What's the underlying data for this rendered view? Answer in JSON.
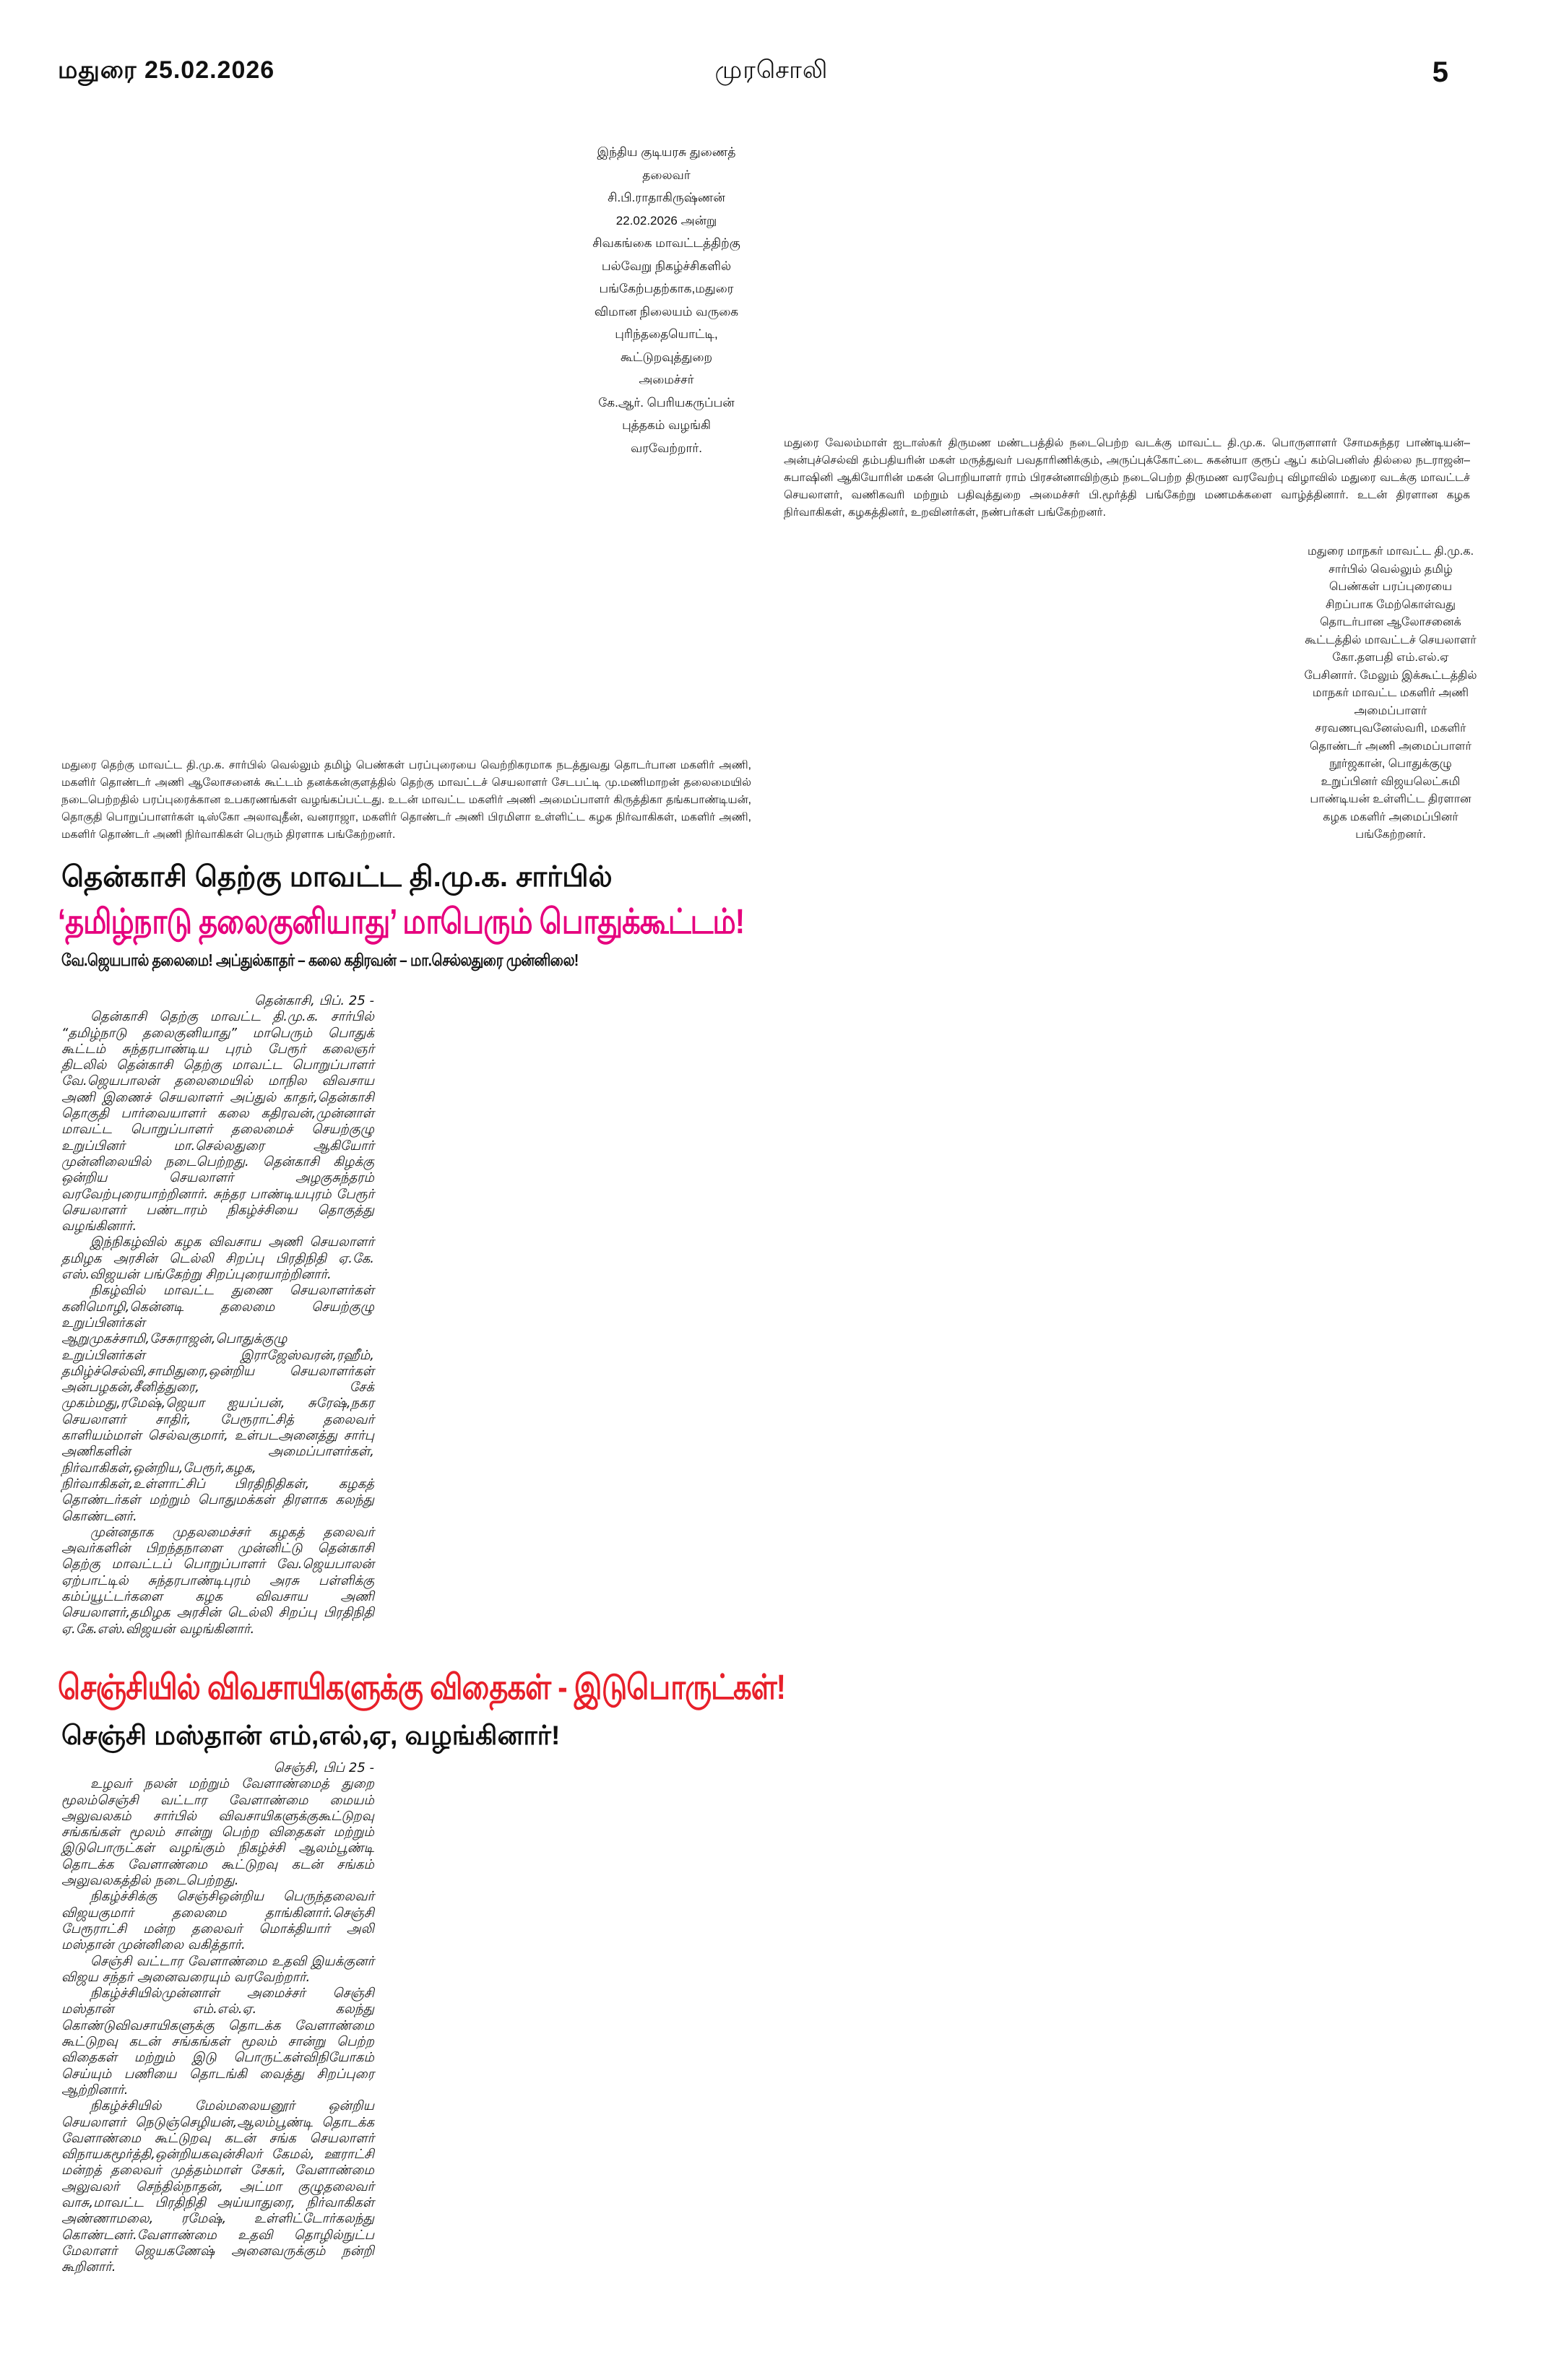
{
  "header": {
    "edition_date": "மதுரை  25.02.2026",
    "masthead": "முரசொலி",
    "page_number": "5"
  },
  "captions": {
    "vice_president_welcome": [
      "இந்திய  குடியரசு துணைத்",
      "தலைவர்",
      "சி.பி.ராதாகிருஷ்ணன்",
      "22.02.2026 அன்று",
      "சிவகங்கை மாவட்டத்திற்கு",
      "பல்வேறு நிகழ்ச்சிகளில்",
      "பங்கேற்பதற்காக,மதுரை",
      "விமான நிலையம் வருகை",
      "புரிந்ததையொட்டி,",
      "கூட்டுறவுத்துறை",
      "அமைச்சர்",
      "கே.ஆர். பெரியகருப்பன்",
      "புத்தகம் வழங்கி",
      "வரவேற்றார்."
    ],
    "wedding_reception": "மதுரை வேலம்மாள் ஐடாஸ்கர் திருமண மண்டபத்தில் நடைபெற்ற வடக்கு மாவட்ட தி.மு.க. பொருளாளர் சோமசுந்தர பாண்டியன்–அன்புச்செல்வி தம்பதியரின் மகள் மருத்துவர் பவதாரிணிக்கும்,  அருப்புக்கோட்டை சுகன்யா குரூப் ஆப் கம்பெனிஸ்  தில்லை நடராஜன்–சுபாஷினி ஆகியோரின் மகன் பொறியாளர் ராம் பிரசன்னாவிற்கும் நடைபெற்ற திருமண வரவேற்பு விழாவில் மதுரை வடக்கு மாவட்டச் செயலாளர், வணிகவரி மற்றும் பதிவுத்துறை அமைச்சர் பி.மூர்த்தி பங்கேற்று மணமக்களை வாழ்த்தினார். உடன் திரளான கழக நிர்வாகிகள், கழகத்தினர், உறவினர்கள், நண்பர்கள் பங்கேற்றனர்.",
    "madurai_city_meeting": [
      "மதுரை மாநகர் மாவட்ட தி.மு.க.",
      "சார்பில் வெல்லும் தமிழ்",
      "பெண்கள் பரப்புரையை",
      "சிறப்பாக மேற்கொள்வது",
      "தொடர்பான ஆலோசனைக்",
      "கூட்டத்தில் மாவட்டச் செயலாளர்",
      "கோ.தளபதி எம்.எல்.ஏ",
      "பேசினார். மேலும் இக்கூட்டத்தில்",
      "மாநகர் மாவட்ட மகளிர் அணி",
      "அமைப்பாளர்",
      "சரவணபுவனேஸ்வரி, மகளிர்",
      "தொண்டர் அணி அமைப்பாளர்",
      "நூர்ஜகான், பொதுக்குழு",
      "உறுப்பினர் விஜயலெட்சுமி",
      "பாண்டியன் உள்ளிட்ட திரளான",
      "கழக மகளிர் அமைப்பினர்",
      "பங்கேற்றனர்."
    ],
    "madurai_south_meeting": "மதுரை தெற்கு மாவட்ட தி.மு.க. சார்பில் வெல்லும் தமிழ் பெண்கள் பரப்புரையை வெற்றிகரமாக நடத்துவது தொடர்பான மகளிர் அணி, மகளிர் தொண்டர் அணி ஆலோசனைக் கூட்டம் தனக்கன்குளத்தில் தெற்கு மாவட்டச் செயலாளர் சேடபட்டி மு.மணிமாறன் தலைமையில் நடைபெற்றதில் பரப்புரைக்கான உபகரணங்கள் வழங்கப்பட்டது. உடன் மாவட்ட மகளிர் அணி அமைப்பாளர் கிருத்திகா தங்கபாண்டியன், தொகுதி பொறுப்பாளர்கள் டிஸ்கோ அலாவுதீன், வனராஜா, மகளிர் தொண்டர் அணி பிரமிளா உள்ளிட்ட கழக நிர்வாகிகள், மகளிர் அணி, மகளிர் தொண்டர் அணி நிர்வாகிகள் பெரும் திரளாக பங்கேற்றனர்."
  },
  "article_tenkasi": {
    "kicker": "தென்காசி தெற்கு மாவட்ட தி.மு.க. சார்பில்",
    "headline": "‘தமிழ்நாடு தலைகுனியாது’ மாபெரும் பொதுக்கூட்டம்!",
    "subhead": "வே.ஜெயபால் தலைமை! அப்துல்காதர் – கலை கதிரவன் – மா.செல்லதுரை முன்னிலை!",
    "dateline": "தென்காசி, பிப். 25 -",
    "paragraphs": [
      "தென்காசி தெற்கு மாவட்ட தி.மு.க. சார்பில் “தமிழ்நாடு தலைகுனியாது” மாபெரும் பொதுக் கூட்டம் சுந்தரபாண்டிய புரம் பேரூர் கலைஞர் திடலில் தென்காசி தெற்கு மாவட்ட பொறுப்பாளர் வே.ஜெயபாலன் தலைமையில் மாநில விவசாய அணி இணைச் செயலாளர் அப்துல் காதர்,தென்காசி தொகுதி பார்வையாளர் கலை கதிரவன்,முன்னாள் மாவட்ட பொறுப்பாளர் தலைமைச் செயற்குழு உறுப்பினர் மா.செல்லதுரை ஆகியோர் முன்னிலையில் நடைபெற்றது. தென்காசி கிழக்கு ஒன்றிய செயலாளர் அழகுசுந்தரம் வரவேற்புரையாற்றினார். சுந்தர பாண்டியபுரம் பேரூர் செயலாளர் பண்டாரம் நிகழ்ச்சியை தொகுத்து வழங்கினார்.",
      "இந்நிகழ்வில் கழக விவசாய அணி செயலாளர் தமிழக அரசின் டெல்லி சிறப்பு பிரதிநிதி ஏ.கே. எஸ்.விஜயன் பங்கேற்று சிறப்புரையாற்றினார்.",
      "நிகழ்வில் மாவட்ட துணை செயலாளர்கள் கனிமொழி,கென்னடி தலைமை செயற்குழு உறுப்பினர்கள் ஆறுமுகச்சாமி,சேசுராஜன்,பொதுக்குழு உறுப்பினர்கள் இராஜேஸ்வரன்,ரஹீம், தமிழ்ச்செல்வி,சாமிதுரை,ஒன்றிய செயலாளர்கள் அன்பழகன்,சீனித்துரை, சேக் முகம்மது,ரமேஷ்,ஜெயா ஐயப்பன், சுரேஷ்,நகர செயலாளர் சாதிர், பேரூராட்சித் தலைவர் காளியம்மாள் செல்வகுமார், உள்படஅனைத்து சார்பு அணிகளின் அமைப்பாளர்கள், நிர்வாகிகள்,ஒன்றிய,பேரூர்,கழக, நிர்வாகிகள்,உள்ளாட்சிப் பிரதிநிதிகள், கழகத் தொண்டர்கள் மற்றும் பொதுமக்கள் திரளாக கலந்து கொண்டனர்.",
      "முன்னதாக முதலமைச்சர் கழகத் தலைவர் அவர்களின் பிறந்தநாளை முன்னிட்டு தென்காசி தெற்கு மாவட்டப் பொறுப்பாளர் வே.ஜெயபாலன் ஏற்பாட்டில் சுந்தரபாண்டிபுரம் அரசு பள்ளிக்கு கம்ப்யூட்டர்களை கழக விவசாய அணி செயலாளர்,தமிழக அரசின் டெல்லி சிறப்பு பிரதிநிதி ஏ.கே.எஸ்.விஜயன் வழங்கினார்."
    ]
  },
  "article_gingee": {
    "headline": "செஞ்சியில் விவசாயிகளுக்கு விதைகள் - இடுபொருட்கள்!",
    "subhead": "செஞ்சி மஸ்தான் எம்,எல்,ஏ, வழங்கினார்!",
    "dateline": "செஞ்சி, பிப் 25 -",
    "paragraphs": [
      "உழவர் நலன் மற்றும் வேளாண்மைத் துறை மூலம்செஞ்சி வட்டார வேளாண்மை மையம் அலுவலகம் சார்பில் விவசாயிகளுக்குகூட்டுறவு சங்கங்கள் மூலம் சான்று பெற்ற விதைகள் மற்றும் இடுபொருட்கள் வழங்கும் நிகழ்ச்சி ஆலம்பூண்டி தொடக்க வேளாண்மை கூட்டுறவு கடன் சங்கம் அலுவலகத்தில் நடைபெற்றது.",
      "நிகழ்ச்சிக்கு செஞ்சிஒன்றிய பெருந்தலைவர் விஜயகுமார் தலைமை தாங்கினார்.செஞ்சி பேரூராட்சி மன்ற தலைவர் மொக்தியார் அலி மஸ்தான் முன்னிலை வகித்தார்.",
      "செஞ்சி வட்டார வேளாண்மை உதவி இயக்குனர் விஜய சந்தர் அனைவரையும் வரவேற்றார்.",
      "நிகழ்ச்சியில்முன்னாள் அமைச்சர் செஞ்சி மஸ்தான் எம்.எல்.ஏ. கலந்து கொண்டுவிவசாயிகளுக்கு தொடக்க வேளாண்மை கூட்டுறவு கடன் சங்கங்கள் மூலம் சான்று பெற்ற விதைகள் மற்றும் இடு பொருட்கள்விநியோகம் செய்யும் பணியை தொடங்கி வைத்து சிறப்புரை ஆற்றினார்.",
      "நிகழ்ச்சியில் மேல்மலையனூர் ஒன்றிய செயலாளர் நெடுஞ்செழியன்,ஆலம்பூண்டி தொடக்க வேளாண்மை கூட்டுறவு கடன் சங்க செயலாளர் விநாயகமூர்த்தி,ஒன்றியகவுன்சிலர் கேமல், ஊராட்சி மன்றத் தலைவர் முத்தம்மாள் சேகர், வேளாண்மை அலுவலர் செந்தில்நாதன், அட்மா குழுதலைவர் வாசு,மாவட்ட பிரதிநிதி அய்யாதுரை, நிர்வாகிகள் அண்ணாமலை, ரமேஷ், உள்ளிட்டோர்கலந்து கொண்டனர்.வேளாண்மை உதவி தொழில்நுட்ப மேலாளர் ஜெயகணேஷ் அனைவருக்கும் நன்றி கூறினார்."
    ]
  },
  "colors": {
    "headline_pink": "#e6007e",
    "headline_red": "#e8202a"
  }
}
